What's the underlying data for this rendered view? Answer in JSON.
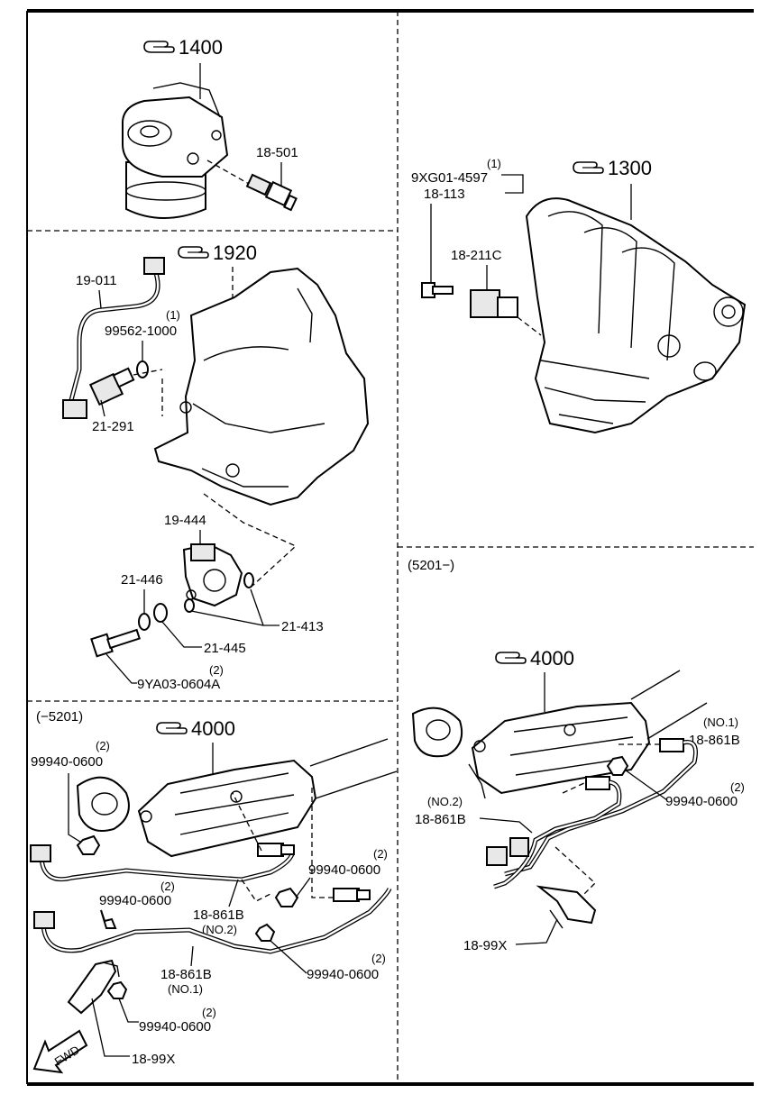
{
  "callouts": {
    "c1400": "1400",
    "c1920": "1920",
    "c1300": "1300",
    "c4000_left": "4000",
    "c4000_right": "4000"
  },
  "icons": {
    "reference": "pointing-hand-icon",
    "forward": "fwd-arrow-icon"
  },
  "fwd": "FWD",
  "ranges": {
    "left_bottom": "(−5201)",
    "right_bottom": "(5201−)"
  },
  "labels": {
    "p18_501": "18-501",
    "p19_011": "19-011",
    "q1_99562": "(1)",
    "p99562": "99562-1000",
    "p21_291": "21-291",
    "p19_444": "19-444",
    "p21_446": "21-446",
    "p21_445": "21-445",
    "p21_413": "21-413",
    "q2_9ya03": "(2)",
    "p9ya03": "9YA03-0604A",
    "q1_9xg01": "(1)",
    "p9xg01": "9XG01-4597",
    "p18_113": "18-113",
    "p18_211c": "18-211C",
    "l_q2_a": "(2)",
    "l_99940_a": "99940-0600",
    "l_q2_b": "(2)",
    "l_99940_b": "99940-0600",
    "l_q2_c": "(2)",
    "l_99940_c": "99940-0600",
    "l_18861b_no2": "18-861B",
    "l_no2": "(NO.2)",
    "l_q2_d": "(2)",
    "l_99940_d": "99940-0600",
    "l_18861b_no1": "18-861B",
    "l_no1": "(NO.1)",
    "l_q2_e": "(2)",
    "l_99940_e": "99940-0600",
    "l_1899x": "18-99X",
    "r_no1": "(NO.1)",
    "r_18861b_no1": "18-861B",
    "r_q2": "(2)",
    "r_99940": "99940-0600",
    "r_no2": "(NO.2)",
    "r_18861b_no2": "18-861B",
    "r_1899x": "18-99X"
  }
}
